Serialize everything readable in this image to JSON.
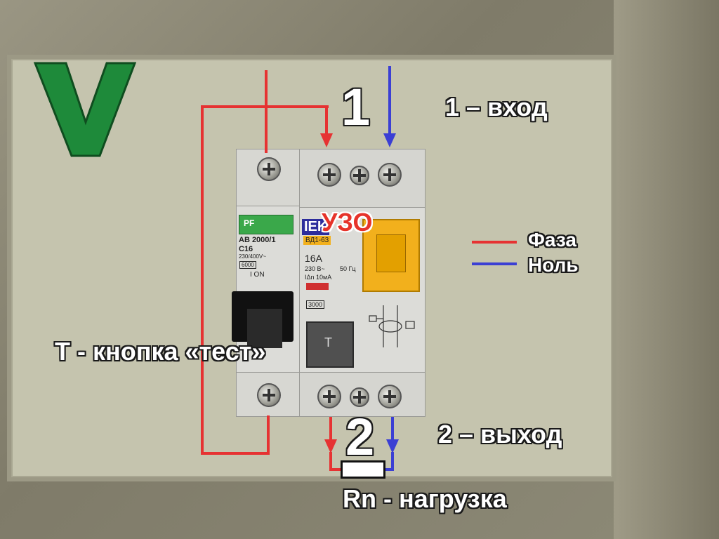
{
  "overlay": {
    "check_mark": "V",
    "terminal_top": "1",
    "terminal_bottom": "2",
    "input_label": "1 – вход",
    "output_label": "2 – выход",
    "uzo_label": "УЗО",
    "test_button_label": "Т - кнопка «тест»",
    "load_label": "Rn - нагрузка",
    "legend": [
      {
        "name": "Фаза",
        "color": "#e63232"
      },
      {
        "name": "Ноль",
        "color": "#3b3fd4"
      }
    ]
  },
  "breaker": {
    "brand": "PF",
    "model": "АВ 2000/1",
    "rating": "C16",
    "voltage": "230/400V~",
    "breaking": "6000",
    "on_label": "I ON"
  },
  "rcd": {
    "brand": "IEK",
    "model": "ВД1-63",
    "current": "16А",
    "voltage": "230 В~",
    "freq": "50 Гц",
    "leak": "IΔn 10мА",
    "class": "3000",
    "test_key": "T"
  },
  "colors": {
    "phase": "#e63232",
    "neutral": "#3b3fd4",
    "check_green": "#1e8a3a",
    "uzo_red": "#e6332a"
  }
}
